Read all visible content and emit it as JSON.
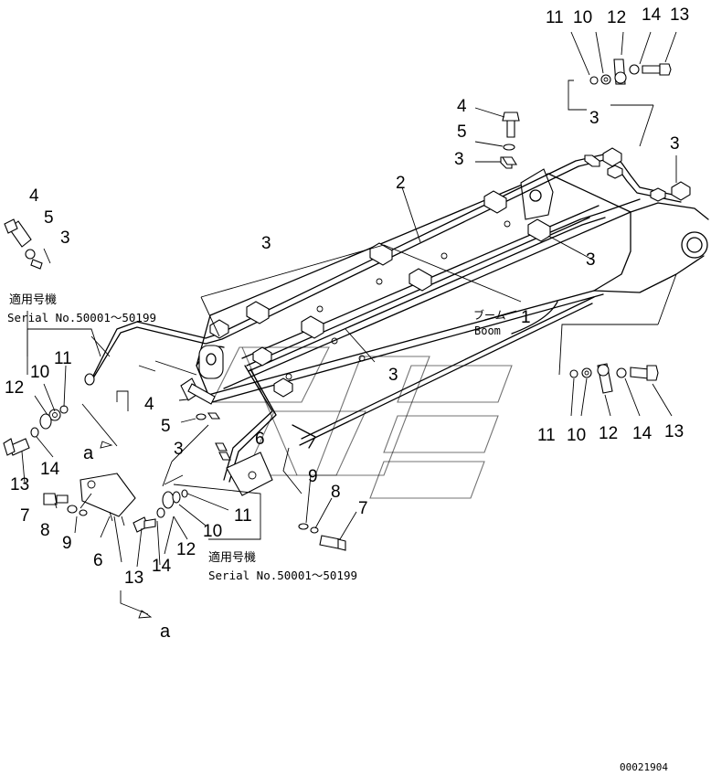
{
  "diagram": {
    "callouts": {
      "c11_tr": "11",
      "c10_tr": "10",
      "c12_tr": "12",
      "c14_tr": "14",
      "c13_tr": "13",
      "c4_top": "4",
      "c5_top": "5",
      "c3_top": "3",
      "c3_tr_clamp": "3",
      "c3_far_right": "3",
      "c2": "2",
      "c4_left": "4",
      "c5_left": "5",
      "c3_left": "3",
      "c3_upper_span": "3",
      "c3_mid_right": "3",
      "c1": "1",
      "c11_left": "11",
      "c10_left": "10",
      "c12_left": "12",
      "c4_mid": "4",
      "c5_mid": "5",
      "c3_mid": "3",
      "c6_mid": "6",
      "c9": "9",
      "c8_right": "8",
      "c7_right": "7",
      "c3_lower_right": "3",
      "c11_br": "11",
      "c10_br": "10",
      "c12_br": "12",
      "c14_br": "14",
      "c13_br": "13",
      "c14_left": "14",
      "c13_left": "13",
      "c7_left": "7",
      "c8_left": "8",
      "c9_left": "9",
      "c6_left": "6",
      "c13_bottom": "13",
      "c14_bottom": "14",
      "c12_bottom": "12",
      "c10_bottom": "10",
      "c11_bottom": "11"
    },
    "notes": {
      "upper_jp": "適用号機",
      "upper_serial": "Serial No.50001～50199",
      "lower_jp": "適用号機",
      "lower_serial": "Serial No.50001～50199",
      "boom_jp": "ブーム",
      "boom_en": "Boom"
    },
    "view_labels": {
      "view_a_1": "a",
      "view_a_2": "a"
    },
    "drawing_code": "00021904"
  }
}
